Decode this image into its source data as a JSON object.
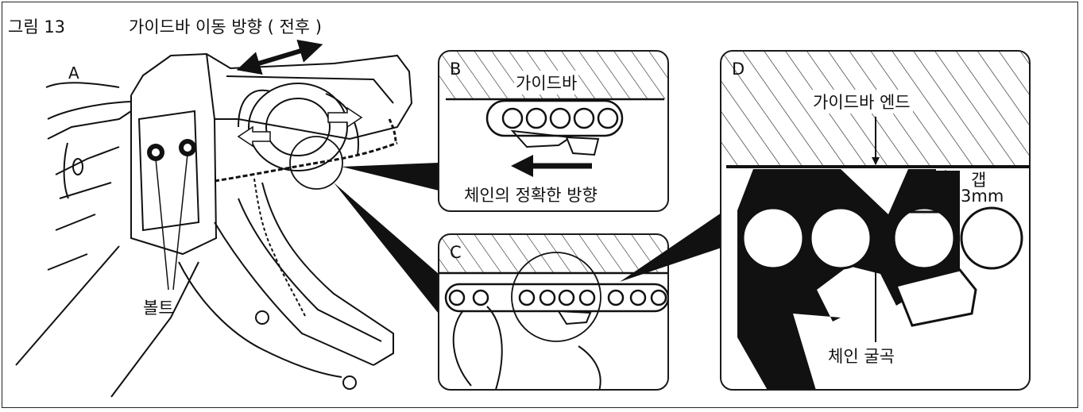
{
  "figure": {
    "number_label": "그림 13",
    "title": "가이드바 이동 방향 ( 전후 )"
  },
  "main_view": {
    "letter": "A",
    "bolt_label": "볼트"
  },
  "panel_b": {
    "letter": "B",
    "guide_bar_label": "가이드바",
    "direction_label": "체인의 정확한 방향"
  },
  "panel_c": {
    "letter": "C"
  },
  "panel_d": {
    "letter": "D",
    "guide_bar_end_label": "가이드바 엔드",
    "gap_label": "갭",
    "gap_value": "3mm",
    "chain_bend_label": "체인 굴곡"
  }
}
